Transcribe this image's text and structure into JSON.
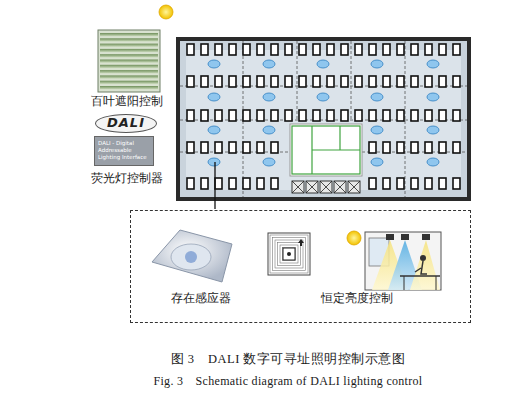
{
  "diagram": {
    "caption": "图 3　DALI 数字可寻址照明控制示意图",
    "nodes": [
      {
        "text": [
          "DALI"
        ]
      },
      {
        "text": [
          "DALI - Digital Addressable Lighting Interface"
        ]
      },
      {
        "text": [
          "存在感应器",
          "恒定亮度控制"
        ]
      }
    ],
    "labels": [
      "百叶遮阳控制",
      "荧光灯控制器",
      "Fig. 3　Schematic diagram of DALI lighting control"
    ]
  }
}
